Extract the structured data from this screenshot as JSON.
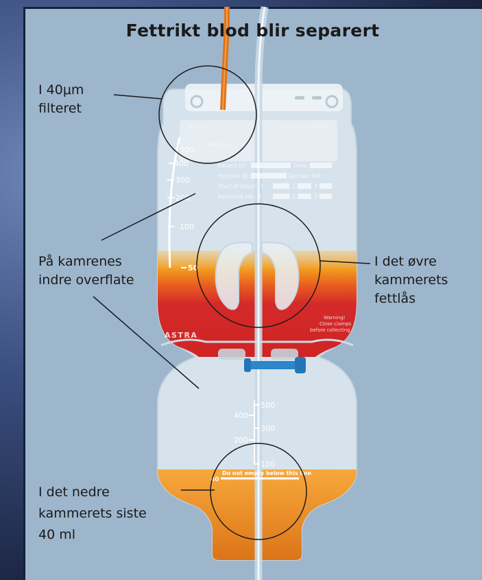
{
  "title": "Fettrikt blod blir separert",
  "callouts": {
    "filter": [
      "I 40μm",
      "filteret"
    ],
    "inner_surface": [
      "På kamrenes",
      "indre overflate"
    ],
    "upper_fatlock": [
      "I det øvre",
      "kammerets",
      "fettlås"
    ],
    "lower_last": [
      "I det nedre",
      "kammerets siste",
      "40 ml"
    ]
  },
  "bag": {
    "brand": "ASTRA",
    "upper_scale": [
      "400",
      "300",
      "200",
      "100",
      "50"
    ],
    "upper_scale_top": "500",
    "lower_scale_left": [
      "400",
      "200"
    ],
    "lower_scale_right": [
      "500",
      "300",
      "100"
    ],
    "lower_scale_bottom": "40",
    "do_not_empty": "Do not empty below this line",
    "batch": "Patches",
    "form": [
      "Patient ID:",
      "Date:",
      "Hospital ID:",
      "Gender: M/F",
      "Start of return: 1",
      "2",
      "3",
      "Returned vol.: 1",
      "2",
      "3"
    ],
    "warning": [
      "Warning!",
      "Close clamps",
      "before collecting"
    ],
    "header_left": "Return",
    "header_right": "Not for reinfusion"
  },
  "colors": {
    "panel": "#9db6cc",
    "bag": "#e6eef4",
    "red_blood": "#d42a2a",
    "orange_fat": "#f0931e",
    "lower_fluid": "#e07818",
    "clamp": "#2c86c9"
  }
}
